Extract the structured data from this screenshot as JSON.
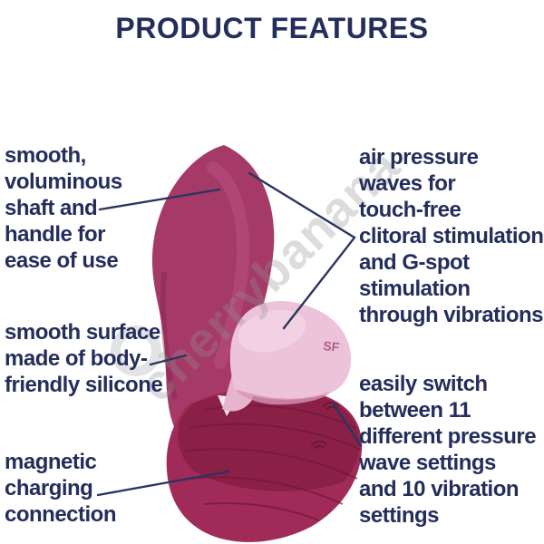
{
  "title": "PRODUCT FEATURES",
  "colors": {
    "text_navy": "#242e5c",
    "line_navy": "#2a3463",
    "product_raspberry": "#a53a68",
    "product_base": "#a02b58",
    "product_maroon": "#871e44",
    "product_pink": "#ecc3d8",
    "background": "#ffffff"
  },
  "annotations": {
    "left_top": {
      "text": "smooth,\nvoluminous\nshaft and\nhandle for\nease of use"
    },
    "left_middle": {
      "text": "smooth surface\nmade of body-\nfriendly silicone"
    },
    "left_bottom": {
      "text": "magnetic\ncharging\nconnection"
    },
    "right_top": {
      "text": "air pressure\nwaves for\ntouch-free\nclitoral stimulation\nand G-spot\nstimulation\nthrough vibrations"
    },
    "right_bottom": {
      "text": "easily switch\nbetween 11\ndifferent pressure\nwave settings\nand 10 vibration\nsettings"
    }
  },
  "device": {
    "logo": "SF"
  },
  "watermark": {
    "text": "cherrybanana"
  }
}
